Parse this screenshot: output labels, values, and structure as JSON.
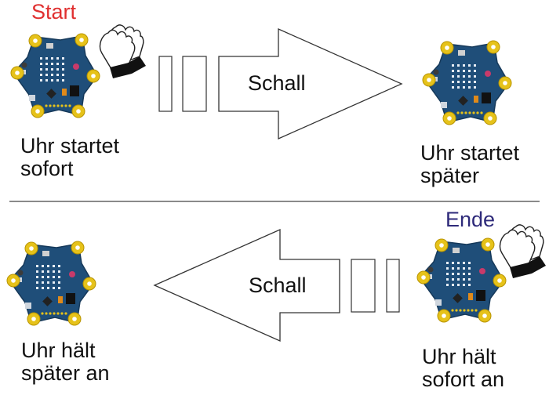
{
  "top": {
    "start_title": "Start",
    "left_caption": [
      "Uhr startet",
      "sofort"
    ],
    "arrow_label": "Schall",
    "right_caption": [
      "Uhr startet",
      "später"
    ]
  },
  "bottom": {
    "end_title": "Ende",
    "left_caption": [
      "Uhr hält",
      "später an"
    ],
    "arrow_label": "Schall",
    "right_caption": [
      "Uhr hält",
      "sofort an"
    ]
  },
  "colors": {
    "start": "#e03030",
    "end": "#2e2a7a",
    "board": "#1f4e79",
    "pad": "#e6c21a",
    "line": "#333333"
  },
  "icons": {
    "board": "calliope-board-icon",
    "hand": "clapping-hands-icon"
  }
}
